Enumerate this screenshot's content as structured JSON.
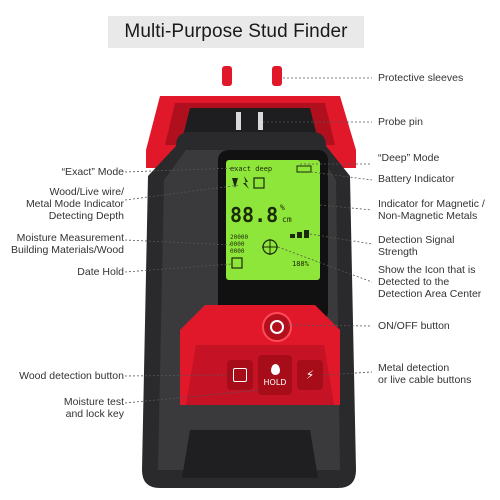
{
  "title": "Multi-Purpose Stud Finder",
  "colors": {
    "body": "#2a2a2c",
    "accent_red": "#e0182a",
    "lcd_green": "#8fe63a",
    "leader_line": "#555555",
    "title_bg": "#e9e9e9"
  },
  "callouts_right": [
    {
      "id": "protective-sleeves",
      "text": "Protective sleeves"
    },
    {
      "id": "probe-pin",
      "text": "Probe pin"
    },
    {
      "id": "deep-mode",
      "text": "“Deep” Mode"
    },
    {
      "id": "battery-indicator",
      "text": "Battery Indicator"
    },
    {
      "id": "magnetic-indicator",
      "lines": [
        "Indicator for Magnetic /",
        "Non-Magnetic Metals"
      ]
    },
    {
      "id": "signal-strength",
      "lines": [
        "Detection Signal",
        "Strength"
      ]
    },
    {
      "id": "center-icon",
      "lines": [
        "Show the Icon that is",
        "Detected to the",
        "Detection Area Center"
      ]
    },
    {
      "id": "on-off",
      "text": "ON/OFF button"
    },
    {
      "id": "metal-button",
      "lines": [
        "Metal detection",
        "or live cable buttons"
      ]
    }
  ],
  "callouts_left": [
    {
      "id": "exact-mode",
      "text": "“Exact” Mode"
    },
    {
      "id": "mode-indicator",
      "lines": [
        "Wood/Live wire/",
        "Metal Mode Indicator",
        "Detecting Depth"
      ]
    },
    {
      "id": "moisture-measurement",
      "lines": [
        "Moisture Measurement",
        "Building Materials/Wood"
      ]
    },
    {
      "id": "date-hold",
      "text": "Date Hold"
    },
    {
      "id": "wood-button",
      "text": "Wood detection button"
    },
    {
      "id": "moisture-lock",
      "lines": [
        "Moisture test",
        "and lock key"
      ]
    }
  ],
  "lcd": {
    "mode_text": "exact deep",
    "digits_main": "88.8",
    "unit_main": "%",
    "unit_sub": "cm",
    "small_lines": [
      "20000",
      "0000",
      "0000"
    ],
    "percent": "188%"
  },
  "buttons": {
    "hold": "HOLD"
  }
}
